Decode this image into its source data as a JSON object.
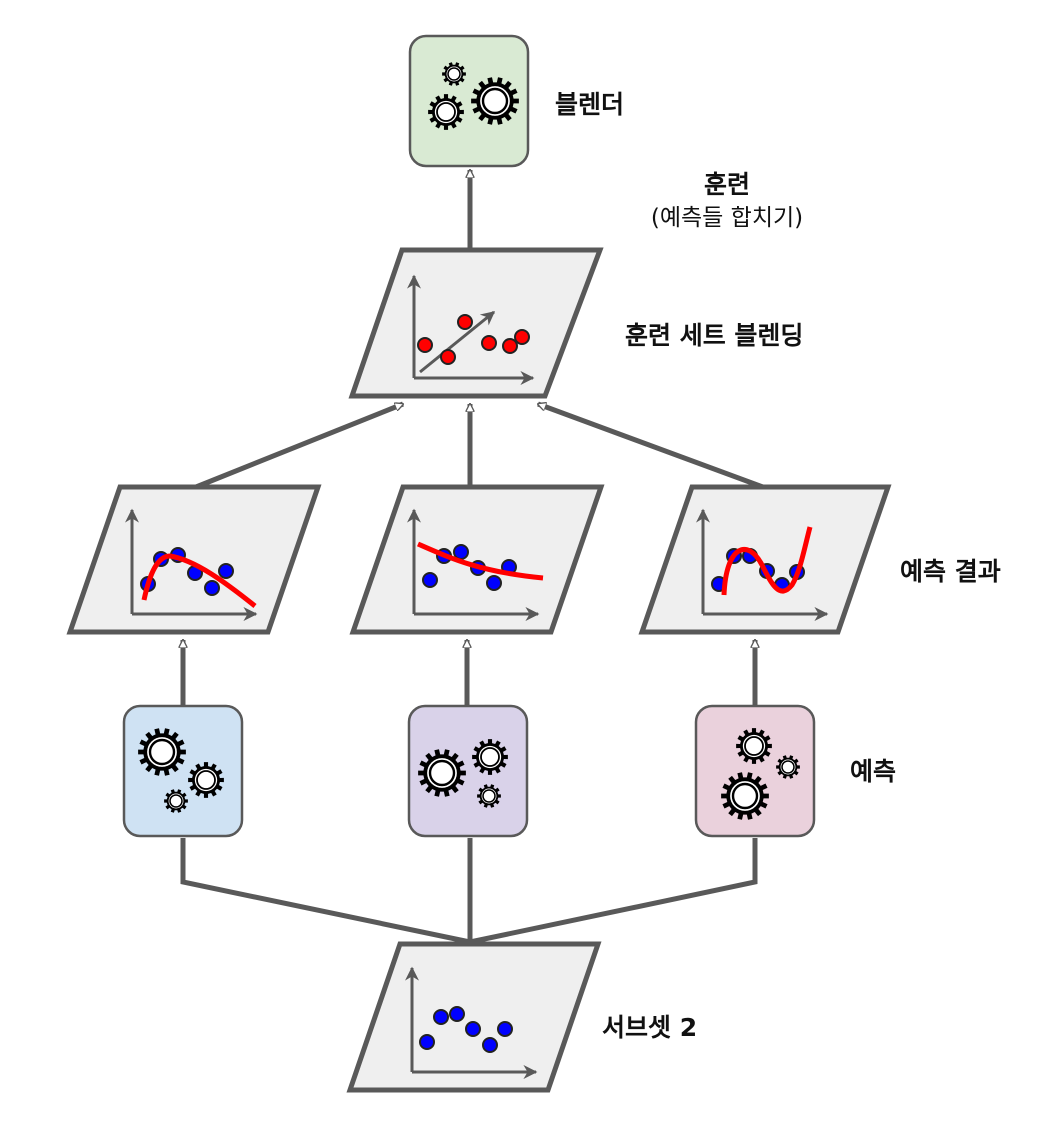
{
  "labels": {
    "blender": "블렌더",
    "train_line1": "훈련",
    "train_line2": "(예측들 합치기)",
    "blending_set": "훈련 세트 블렌딩",
    "predictions_results": "예측 결과",
    "predict": "예측",
    "subset": "서브셋 2"
  },
  "colors": {
    "blender_box": "#d9ead3",
    "predictor_1": "#cfe2f3",
    "predictor_2": "#d9d2e9",
    "predictor_3": "#ead1dc",
    "panel": "#efefef",
    "stroke": "#595959",
    "red_point": "#ff0000",
    "blue_point": "#0000ff",
    "gear": "#000000"
  },
  "icons": {
    "gears": "gear-cluster-icon",
    "plot": "scatter-plot-icon"
  }
}
